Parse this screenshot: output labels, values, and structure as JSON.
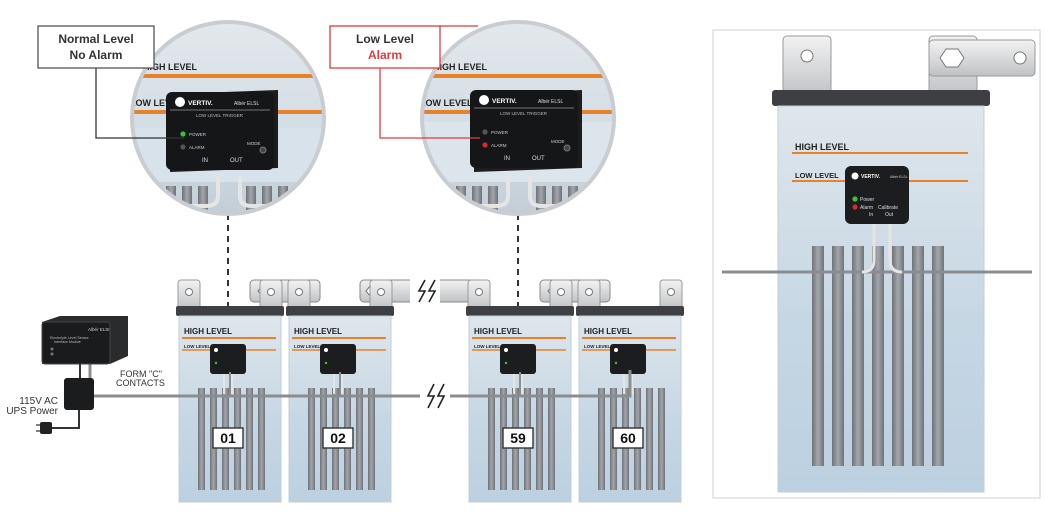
{
  "callouts": {
    "normal": {
      "line1": "Normal Level",
      "line2": "No Alarm"
    },
    "low": {
      "line1": "Low Level",
      "line2": "Alarm"
    }
  },
  "levels": {
    "high": "HIGH LEVEL",
    "low": "LOW LEVEL"
  },
  "sensor": {
    "brand": "VERTIV.",
    "model": "Albér ELSL",
    "subtitle": "LOW LEVEL TRIGGER",
    "power": "POWER",
    "alarm": "ALARM",
    "mode": "MODE",
    "in": "IN",
    "out": "OUT"
  },
  "detail_sensor": {
    "brand": "VERTIV.",
    "model": "Albér ELSL",
    "power": "Power",
    "alarm": "Alarm",
    "in": "In",
    "calibrate": "Calibrate",
    "out": "Out"
  },
  "cells": [
    {
      "label": "01"
    },
    {
      "label": "02"
    },
    {
      "label": "59"
    },
    {
      "label": "60"
    }
  ],
  "interface": {
    "title": "Albér ELSI",
    "line1": "Electrolyte Level Sensor",
    "line2": "Interface Module"
  },
  "labels": {
    "form_c": "FORM \"C\"",
    "contacts": "CONTACTS",
    "power1": "115V AC",
    "power2": "UPS Power"
  },
  "colors": {
    "orange": "#e8822a",
    "alarm_red": "#e03a3e",
    "cell_blue": "#bcd3e2",
    "cell_light": "#e4edf3",
    "plate_gray": "#8c8f93",
    "sensor_black": "#1c1d1f",
    "led_green": "#37c43a",
    "led_red": "#d42a2a"
  }
}
